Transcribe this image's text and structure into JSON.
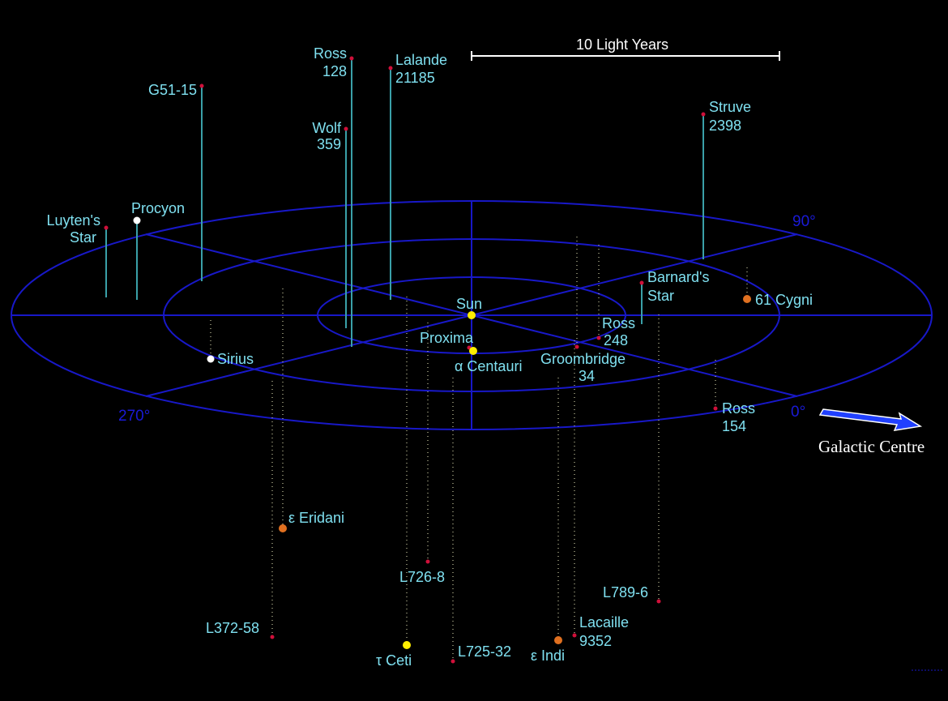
{
  "scale_bar": {
    "label": "10 Light Years"
  },
  "galactic_centre": {
    "label": "Galactic Centre"
  },
  "grid": {
    "color": "#1818c8",
    "degree_labels": {
      "deg0": "0°",
      "deg90": "90°",
      "deg270": "270°"
    }
  },
  "colors": {
    "label": "#7fe0f0",
    "above_stem": "#3aa0a8",
    "below_stem": "#c8c8a0",
    "red_dwarf": "#d0103a",
    "orange_star": "#e07020",
    "yellow_star": "#ffee00",
    "white_star": "#ffffff",
    "arrow": "#2040ff"
  },
  "stars": {
    "sun": {
      "line1": "Sun",
      "line2": "",
      "type": "yellow",
      "position": "plane"
    },
    "ross128": {
      "line1": "Ross",
      "line2": "128",
      "type": "red",
      "position": "above"
    },
    "lalande21185": {
      "line1": "Lalande",
      "line2": "21185",
      "type": "red",
      "position": "above"
    },
    "g5115": {
      "line1": "G51-15",
      "line2": "",
      "type": "red",
      "position": "above"
    },
    "wolf359": {
      "line1": "Wolf",
      "line2": "359",
      "type": "red",
      "position": "above"
    },
    "struve2398": {
      "line1": "Struve",
      "line2": "2398",
      "type": "red",
      "position": "above"
    },
    "luytens": {
      "line1": "Luyten's",
      "line2": "Star",
      "type": "red",
      "position": "above"
    },
    "procyon": {
      "line1": "Procyon",
      "line2": "",
      "type": "white",
      "position": "above"
    },
    "barnards": {
      "line1": "Barnard's",
      "line2": "Star",
      "type": "red",
      "position": "above"
    },
    "cygni61": {
      "line1": "61 Cygni",
      "line2": "",
      "type": "orange",
      "position": "below"
    },
    "ross248": {
      "line1": "Ross",
      "line2": "248",
      "type": "red",
      "position": "below"
    },
    "groombridge34": {
      "line1": "Groombridge",
      "line2": "34",
      "type": "red",
      "position": "below"
    },
    "proxima": {
      "line1": "Proxima",
      "line2": "",
      "type": "red",
      "position": "below"
    },
    "alphacen": {
      "line1": "α Centauri",
      "line2": "",
      "type": "yellow",
      "position": "below"
    },
    "sirius": {
      "line1": "Sirius",
      "line2": "",
      "type": "white",
      "position": "below"
    },
    "ross154": {
      "line1": "Ross",
      "line2": "154",
      "type": "red",
      "position": "below"
    },
    "epseridani": {
      "line1": "ε Eridani",
      "line2": "",
      "type": "orange",
      "position": "below"
    },
    "l7268": {
      "line1": "L726-8",
      "line2": "",
      "type": "red",
      "position": "below"
    },
    "l7896": {
      "line1": "L789-6",
      "line2": "",
      "type": "red",
      "position": "below"
    },
    "l37258": {
      "line1": "L372-58",
      "line2": "",
      "type": "red",
      "position": "below"
    },
    "lacaille9352": {
      "line1": "Lacaille",
      "line2": "9352",
      "type": "red",
      "position": "below"
    },
    "tauceti": {
      "line1": "τ Ceti",
      "line2": "",
      "type": "yellow",
      "position": "below"
    },
    "l72532": {
      "line1": "L725-32",
      "line2": "",
      "type": "red",
      "position": "below"
    },
    "epsindi": {
      "line1": "ε Indi",
      "line2": "",
      "type": "orange",
      "position": "below"
    }
  }
}
